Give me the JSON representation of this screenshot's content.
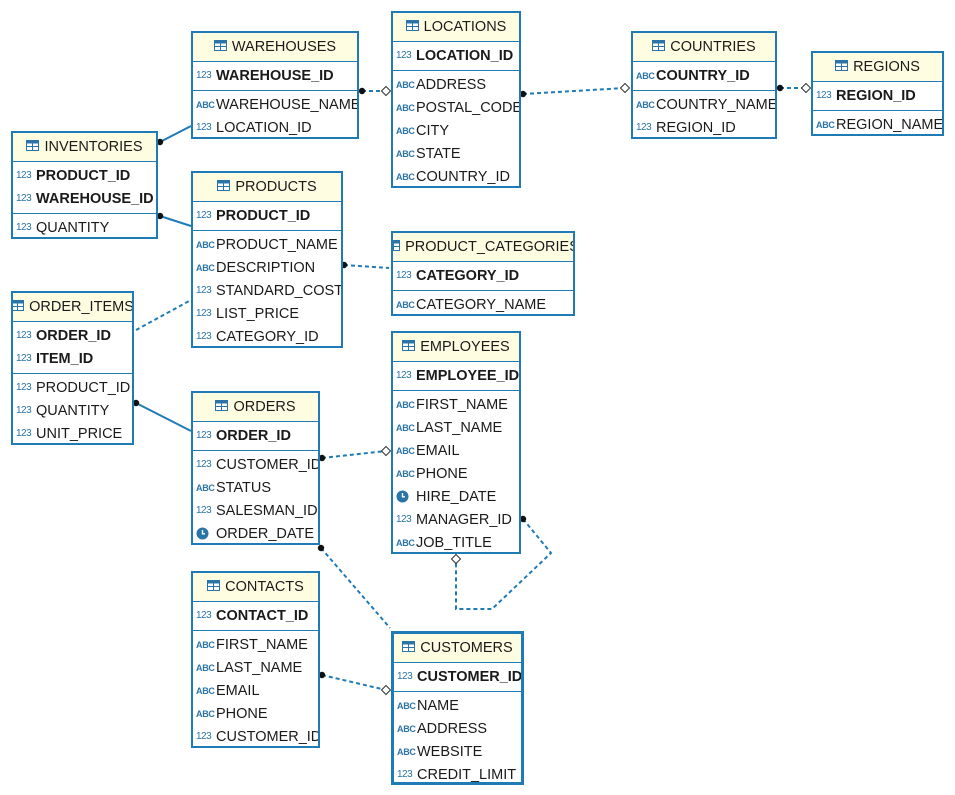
{
  "colors": {
    "border": "#1f7bb6",
    "header_bg": "#fffde1",
    "icon": "#2a74a8",
    "connector": "#1f7bb6"
  },
  "icons": {
    "table": "table-grid-icon",
    "number": "123",
    "text": "ABC",
    "date": "clock-icon"
  },
  "entities": {
    "warehouses": {
      "title": "WAREHOUSES",
      "keys": [
        {
          "name": "WAREHOUSE_ID",
          "type": "123"
        }
      ],
      "cols": [
        {
          "name": "WAREHOUSE_NAME",
          "type": "ABC"
        },
        {
          "name": "LOCATION_ID",
          "type": "123"
        }
      ]
    },
    "locations": {
      "title": "LOCATIONS",
      "keys": [
        {
          "name": "LOCATION_ID",
          "type": "123"
        }
      ],
      "cols": [
        {
          "name": "ADDRESS",
          "type": "ABC"
        },
        {
          "name": "POSTAL_CODE",
          "type": "ABC"
        },
        {
          "name": "CITY",
          "type": "ABC"
        },
        {
          "name": "STATE",
          "type": "ABC"
        },
        {
          "name": "COUNTRY_ID",
          "type": "ABC"
        }
      ]
    },
    "countries": {
      "title": "COUNTRIES",
      "keys": [
        {
          "name": "COUNTRY_ID",
          "type": "ABC"
        }
      ],
      "cols": [
        {
          "name": "COUNTRY_NAME",
          "type": "ABC"
        },
        {
          "name": "REGION_ID",
          "type": "123"
        }
      ]
    },
    "regions": {
      "title": "REGIONS",
      "keys": [
        {
          "name": "REGION_ID",
          "type": "123"
        }
      ],
      "cols": [
        {
          "name": "REGION_NAME",
          "type": "ABC"
        }
      ]
    },
    "inventories": {
      "title": "INVENTORIES",
      "keys": [
        {
          "name": "PRODUCT_ID",
          "type": "123"
        },
        {
          "name": "WAREHOUSE_ID",
          "type": "123"
        }
      ],
      "cols": [
        {
          "name": "QUANTITY",
          "type": "123"
        }
      ]
    },
    "products": {
      "title": "PRODUCTS",
      "keys": [
        {
          "name": "PRODUCT_ID",
          "type": "123"
        }
      ],
      "cols": [
        {
          "name": "PRODUCT_NAME",
          "type": "ABC"
        },
        {
          "name": "DESCRIPTION",
          "type": "ABC"
        },
        {
          "name": "STANDARD_COST",
          "type": "123"
        },
        {
          "name": "LIST_PRICE",
          "type": "123"
        },
        {
          "name": "CATEGORY_ID",
          "type": "123"
        }
      ]
    },
    "product_categories": {
      "title": "PRODUCT_CATEGORIES",
      "keys": [
        {
          "name": "CATEGORY_ID",
          "type": "123"
        }
      ],
      "cols": [
        {
          "name": "CATEGORY_NAME",
          "type": "ABC"
        }
      ]
    },
    "order_items": {
      "title": "ORDER_ITEMS",
      "keys": [
        {
          "name": "ORDER_ID",
          "type": "123"
        },
        {
          "name": "ITEM_ID",
          "type": "123"
        }
      ],
      "cols": [
        {
          "name": "PRODUCT_ID",
          "type": "123"
        },
        {
          "name": "QUANTITY",
          "type": "123"
        },
        {
          "name": "UNIT_PRICE",
          "type": "123"
        }
      ]
    },
    "employees": {
      "title": "EMPLOYEES",
      "keys": [
        {
          "name": "EMPLOYEE_ID",
          "type": "123"
        }
      ],
      "cols": [
        {
          "name": "FIRST_NAME",
          "type": "ABC"
        },
        {
          "name": "LAST_NAME",
          "type": "ABC"
        },
        {
          "name": "EMAIL",
          "type": "ABC"
        },
        {
          "name": "PHONE",
          "type": "ABC"
        },
        {
          "name": "HIRE_DATE",
          "type": "date"
        },
        {
          "name": "MANAGER_ID",
          "type": "123"
        },
        {
          "name": "JOB_TITLE",
          "type": "ABC"
        }
      ]
    },
    "orders": {
      "title": "ORDERS",
      "keys": [
        {
          "name": "ORDER_ID",
          "type": "123"
        }
      ],
      "cols": [
        {
          "name": "CUSTOMER_ID",
          "type": "123"
        },
        {
          "name": "STATUS",
          "type": "ABC"
        },
        {
          "name": "SALESMAN_ID",
          "type": "123"
        },
        {
          "name": "ORDER_DATE",
          "type": "date"
        }
      ]
    },
    "contacts": {
      "title": "CONTACTS",
      "keys": [
        {
          "name": "CONTACT_ID",
          "type": "123"
        }
      ],
      "cols": [
        {
          "name": "FIRST_NAME",
          "type": "ABC"
        },
        {
          "name": "LAST_NAME",
          "type": "ABC"
        },
        {
          "name": "EMAIL",
          "type": "ABC"
        },
        {
          "name": "PHONE",
          "type": "ABC"
        },
        {
          "name": "CUSTOMER_ID",
          "type": "123"
        }
      ]
    },
    "customers": {
      "title": "CUSTOMERS",
      "keys": [
        {
          "name": "CUSTOMER_ID",
          "type": "123"
        }
      ],
      "cols": [
        {
          "name": "NAME",
          "type": "ABC"
        },
        {
          "name": "ADDRESS",
          "type": "ABC"
        },
        {
          "name": "WEBSITE",
          "type": "ABC"
        },
        {
          "name": "CREDIT_LIMIT",
          "type": "123"
        }
      ]
    }
  },
  "relationships": [
    {
      "from": "warehouses",
      "to": "locations",
      "style": "dashed"
    },
    {
      "from": "locations",
      "to": "countries",
      "style": "dashed"
    },
    {
      "from": "countries",
      "to": "regions",
      "style": "dashed"
    },
    {
      "from": "inventories",
      "to": "warehouses",
      "style": "solid"
    },
    {
      "from": "inventories",
      "to": "products",
      "style": "solid"
    },
    {
      "from": "products",
      "to": "product_categories",
      "style": "dashed"
    },
    {
      "from": "order_items",
      "to": "products",
      "style": "dashed"
    },
    {
      "from": "order_items",
      "to": "orders",
      "style": "solid"
    },
    {
      "from": "orders",
      "to": "employees",
      "style": "dashed"
    },
    {
      "from": "orders",
      "to": "customers",
      "style": "dashed"
    },
    {
      "from": "contacts",
      "to": "customers",
      "style": "dashed"
    },
    {
      "from": "employees",
      "to": "employees",
      "style": "dashed"
    }
  ]
}
